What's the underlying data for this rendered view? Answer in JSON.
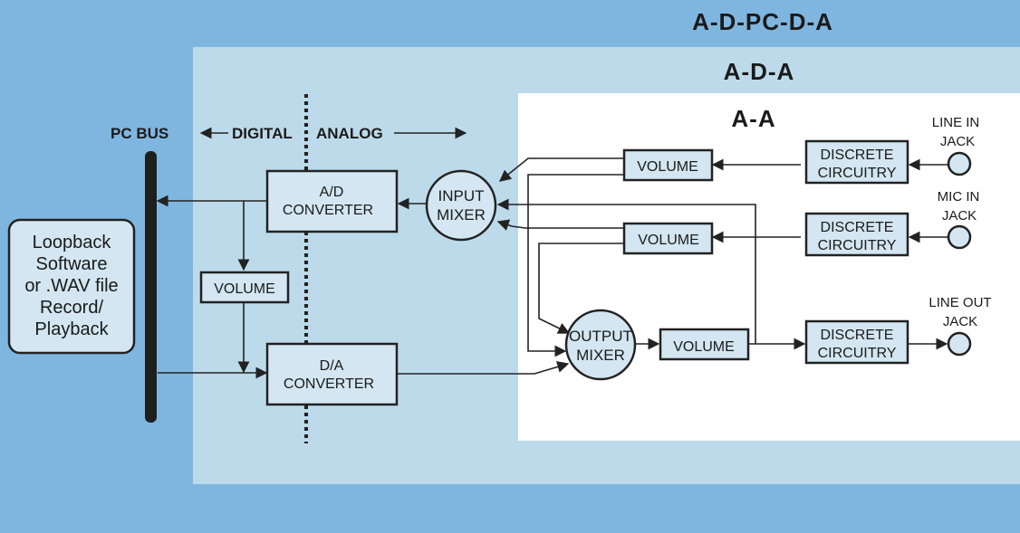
{
  "colors": {
    "outer_region": "#7fb6e0",
    "middle_region": "#bcdaea",
    "inner_region": "#ffffff",
    "block_fill": "#d3e6f1",
    "line": "#222222"
  },
  "regions": {
    "outer": {
      "title": "A-D-PC-D-A"
    },
    "middle": {
      "title": "A-D-A"
    },
    "inner": {
      "title": "A-A"
    }
  },
  "header": {
    "pc_bus": "PC BUS",
    "digital": "DIGITAL",
    "analog": "ANALOG"
  },
  "loopback": {
    "lines": [
      "Loopback",
      "Software",
      "or .WAV file",
      "Record/",
      "Playback"
    ]
  },
  "blocks": {
    "ad_converter": [
      "A/D",
      "CONVERTER"
    ],
    "da_converter": [
      "D/A",
      "CONVERTER"
    ],
    "digital_volume": "VOLUME",
    "input_mixer": [
      "INPUT",
      "MIXER"
    ],
    "output_mixer": [
      "OUTPUT",
      "MIXER"
    ],
    "line_in_volume": "VOLUME",
    "mic_in_volume": "VOLUME",
    "output_volume": "VOLUME",
    "discrete_line_in": [
      "DISCRETE",
      "CIRCUITRY"
    ],
    "discrete_mic_in": [
      "DISCRETE",
      "CIRCUITRY"
    ],
    "discrete_line_out": [
      "DISCRETE",
      "CIRCUITRY"
    ]
  },
  "jacks": {
    "line_in": [
      "LINE IN",
      "JACK"
    ],
    "mic_in": [
      "MIC IN",
      "JACK"
    ],
    "line_out": [
      "LINE OUT",
      "JACK"
    ]
  }
}
